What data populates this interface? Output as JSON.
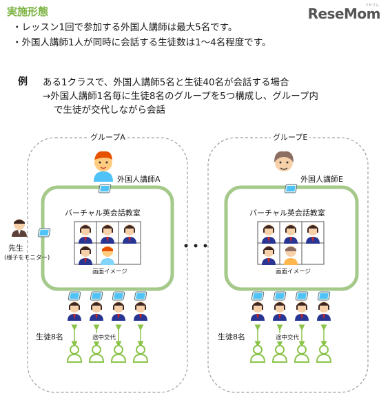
{
  "heading": "実施形態",
  "bullets": [
    "・レッスン1回で参加する外国人講師は最大5名です。",
    "・外国人講師1人が同時に会話する生徒数は1～4名程度です。"
  ],
  "logo": "ReseMom",
  "logo_sub": "リセマム",
  "example": {
    "label": "例",
    "line1": "ある1クラスで、外国人講師5名と生徒40名が会話する場合",
    "line2": "→外国人講師1名毎に生徒8名のグループを5つ構成し、グループ内",
    "line3": "で生徒が交代しながら会話"
  },
  "groups": [
    {
      "title": "グループA",
      "teacher": "外国人講師A",
      "classroom": "バーチャル英会話教室",
      "screen_label": "画面イメージ",
      "students": "生徒8名",
      "rotation": "途中交代"
    },
    {
      "title": "グループE",
      "teacher": "外国人講師E",
      "classroom": "バーチャル英会話教室",
      "screen_label": "画面イメージ",
      "students": "生徒8名",
      "rotation": "途中交代"
    }
  ],
  "sensei": {
    "label": "先生",
    "note": "(様子をモニター)"
  },
  "ellipsis": "・・・",
  "colors": {
    "accent_green": "#7cb342",
    "frame_green": "#a5c98a",
    "dash_gray": "#9e9e9e",
    "arrow_green": "#8bc34a",
    "tablet_blue": "#4fc3f7"
  }
}
